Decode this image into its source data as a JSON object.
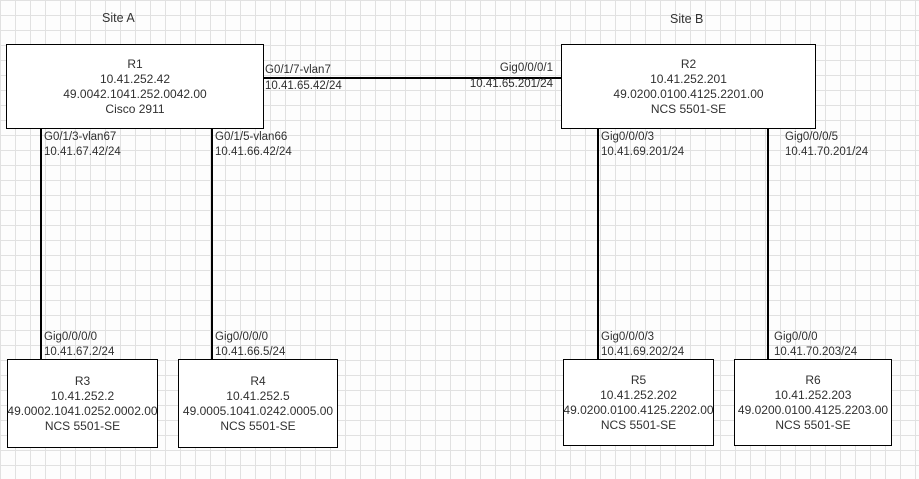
{
  "sites": {
    "a": {
      "label": "Site A"
    },
    "b": {
      "label": "Site B"
    }
  },
  "nodes": {
    "r1": {
      "name": "R1",
      "ip": "10.41.252.42",
      "iso": "49.0042.1041.252.0042.00",
      "model": "Cisco 2911"
    },
    "r2": {
      "name": "R2",
      "ip": "10.41.252.201",
      "iso": "49.0200.0100.4125.2201.00",
      "model": "NCS 5501-SE"
    },
    "r3": {
      "name": "R3",
      "ip": "10.41.252.2",
      "iso": "49.0002.1041.0252.0002.00",
      "model": "NCS 5501-SE"
    },
    "r4": {
      "name": "R4",
      "ip": "10.41.252.5",
      "iso": "49.0005.1041.0242.0005.00",
      "model": "NCS 5501-SE"
    },
    "r5": {
      "name": "R5",
      "ip": "10.41.252.202",
      "iso": "49.0200.0100.4125.2202.00",
      "model": "NCS 5501-SE"
    },
    "r6": {
      "name": "R6",
      "ip": "10.41.252.203",
      "iso": "49.0200.0100.4125.2203.00",
      "model": "NCS 5501-SE"
    }
  },
  "links": {
    "r1_r2": {
      "a_port": "G0/1/7-vlan7",
      "a_ip": "10.41.65.42/24",
      "b_port": "Gig0/0/0/1",
      "b_ip": "10.41.65.201/24"
    },
    "r1_r3": {
      "a_port": "G0/1/3-vlan67",
      "a_ip": "10.41.67.42/24",
      "b_port": "Gig0/0/0/0",
      "b_ip": "10.41.67.2/24"
    },
    "r1_r4": {
      "a_port": "G0/1/5-vlan66",
      "a_ip": "10.41.66.42/24",
      "b_port": "Gig0/0/0/0",
      "b_ip": "10.41.66.5/24"
    },
    "r2_r5": {
      "a_port": "Gig0/0/0/3",
      "a_ip": "10.41.69.201/24",
      "b_port": "Gig0/0/0/3",
      "b_ip": "10.41.69.202/24"
    },
    "r2_r6": {
      "a_port": "Gig0/0/0/5",
      "a_ip": "10.41.70.201/24",
      "b_port": "Gig0/0/0",
      "b_ip": "10.41.70.203/24"
    }
  },
  "colors": {
    "line": "#000000",
    "text": "#303030",
    "grid": "#e1e1e1",
    "background": "#fdfdfd"
  }
}
